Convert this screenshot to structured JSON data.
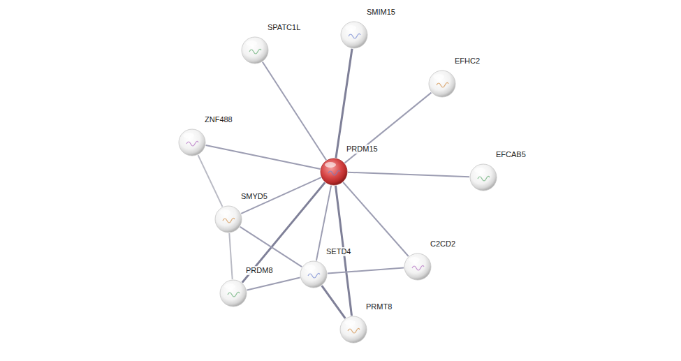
{
  "diagram": {
    "nodes": [
      {
        "text": [
          "SMIM15"
        ]
      },
      {
        "text": [
          "SPATC1L"
        ]
      },
      {
        "text": [
          "EFHC2"
        ]
      },
      {
        "text": [
          "ZNF488"
        ]
      },
      {
        "text": [
          "PRDM15"
        ]
      },
      {
        "text": [
          "EFCAB5"
        ]
      },
      {
        "text": [
          "SMYD5"
        ]
      },
      {
        "text": [
          "C2CD2"
        ]
      },
      {
        "text": [
          "SETD4"
        ]
      },
      {
        "text": [
          "PRDM8"
        ]
      },
      {
        "text": [
          "PRMT8"
        ]
      }
    ],
    "edges": [
      {
        "from": 4,
        "to": 0,
        "arrow": "none"
      },
      {
        "from": 4,
        "to": 1,
        "arrow": "none"
      },
      {
        "from": 4,
        "to": 2,
        "arrow": "none"
      },
      {
        "from": 4,
        "to": 3,
        "arrow": "none"
      },
      {
        "from": 4,
        "to": 5,
        "arrow": "none"
      },
      {
        "from": 4,
        "to": 6,
        "arrow": "none"
      },
      {
        "from": 4,
        "to": 7,
        "arrow": "none"
      },
      {
        "from": 4,
        "to": 8,
        "arrow": "none"
      },
      {
        "from": 4,
        "to": 9,
        "arrow": "none"
      },
      {
        "from": 4,
        "to": 10,
        "arrow": "none"
      },
      {
        "from": 3,
        "to": 6,
        "arrow": "none"
      },
      {
        "from": 6,
        "to": 9,
        "arrow": "none"
      },
      {
        "from": 6,
        "to": 8,
        "arrow": "none"
      },
      {
        "from": 9,
        "to": 8,
        "arrow": "none"
      },
      {
        "from": 8,
        "to": 7,
        "arrow": "none"
      },
      {
        "from": 8,
        "to": 10,
        "arrow": "none"
      }
    ]
  }
}
